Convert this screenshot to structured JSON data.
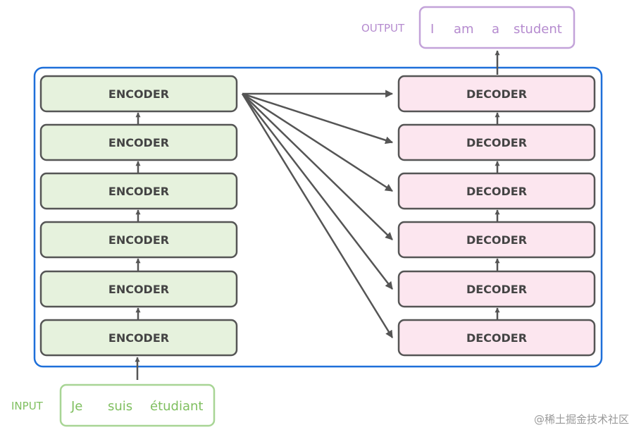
{
  "input": {
    "label": "INPUT",
    "words": [
      "Je",
      "suis",
      "étudiant"
    ]
  },
  "output": {
    "label": "OUTPUT",
    "words": [
      "I",
      "am",
      "a",
      "student"
    ]
  },
  "encoders": [
    "ENCODER",
    "ENCODER",
    "ENCODER",
    "ENCODER",
    "ENCODER",
    "ENCODER"
  ],
  "decoders": [
    "DECODER",
    "DECODER",
    "DECODER",
    "DECODER",
    "DECODER",
    "DECODER"
  ],
  "watermark": "@稀土掘金技术社区",
  "colors": {
    "container_border": "#1e6fd9",
    "block_border": "#555555",
    "encoder_fill": "#e6f2dd",
    "decoder_fill": "#fce6ef",
    "input_color": "#7fbf5f",
    "output_color": "#b58bcf",
    "arrow": "#555555",
    "block_text": "#444444",
    "watermark": "#999999"
  }
}
